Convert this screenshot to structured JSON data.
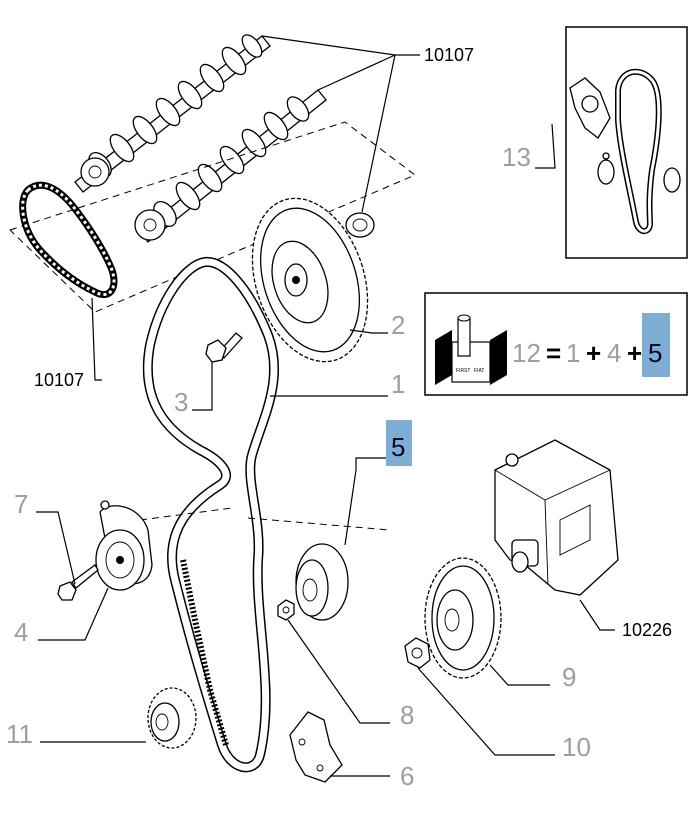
{
  "labels": {
    "l10107_top": "10107",
    "l10107_bottom": "10107",
    "l13": "13",
    "l2": "2",
    "l1": "1",
    "l3": "3",
    "l5": "5",
    "l7": "7",
    "l4": "4",
    "l8": "8",
    "l11": "11",
    "l6": "6",
    "l9": "9",
    "l10": "10",
    "l10226": "10226"
  },
  "kit_formula": {
    "total": "12",
    "equals": "=",
    "a": "1",
    "plus1": "+",
    "b": "4",
    "plus2": "+",
    "c": "5"
  },
  "kit_icon_text": {
    "stamp1": "FIRST",
    "stamp2": "FIAT"
  },
  "colors": {
    "highlight": "#7eaed6",
    "label_grey": "#9e9e9e"
  }
}
